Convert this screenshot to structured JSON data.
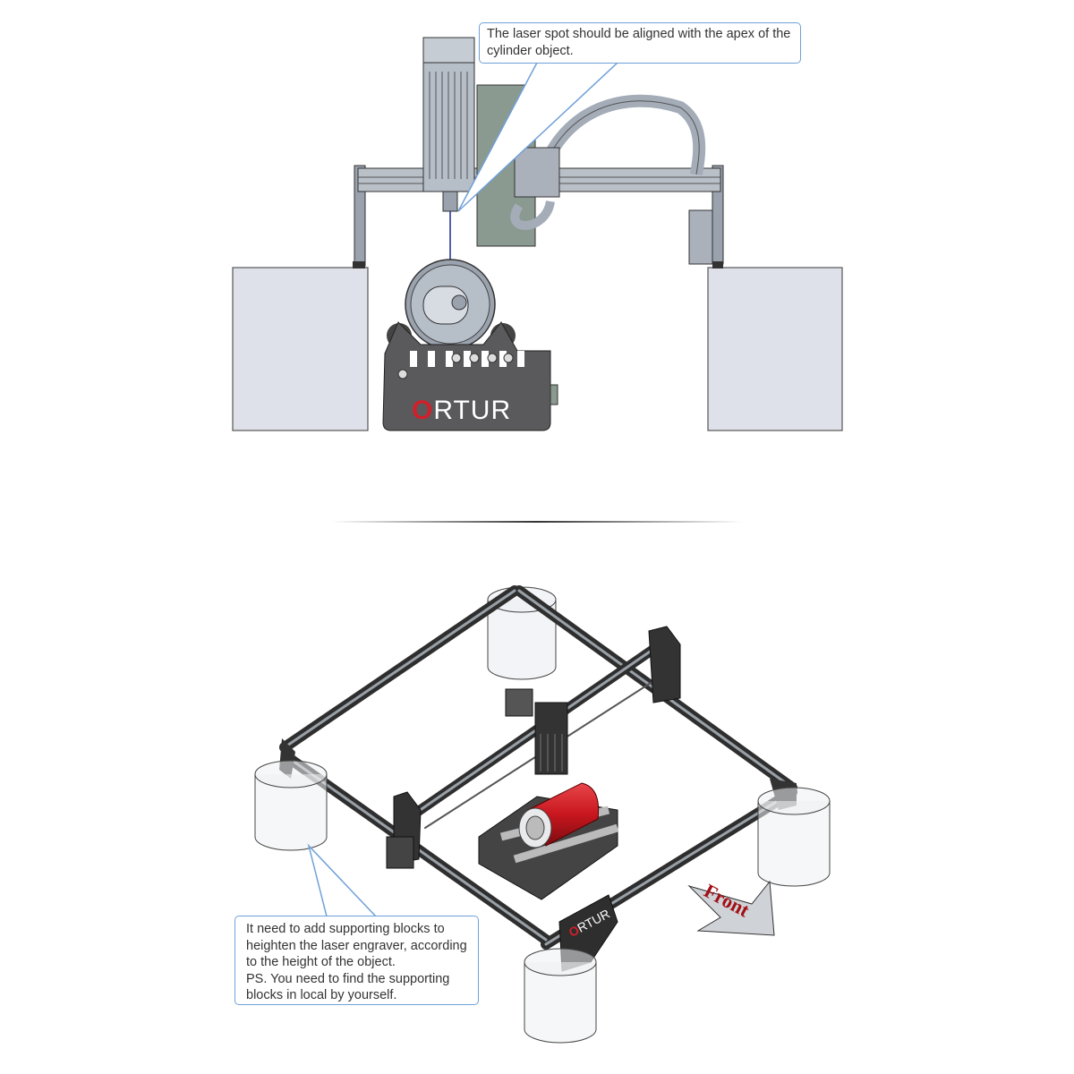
{
  "top_diagram": {
    "callout": "The laser spot should be aligned with the apex of the cylinder object.",
    "logo": "ORTUR"
  },
  "bottom_diagram": {
    "callout_lines": [
      "It need to add supporting blocks to",
      "heighten the laser engraver, according",
      "to the height of the object.",
      "PS. You need to find the supporting",
      "blocks in local by yourself."
    ],
    "front_label": "Front",
    "logo": "ORTUR"
  },
  "colors": {
    "callout_border": "#6fa0d8",
    "logo_red": "#d0202a",
    "block_fill": "#dfe1ea",
    "frame_dark": "#2e2e2e",
    "can_red": "#c8161e"
  }
}
